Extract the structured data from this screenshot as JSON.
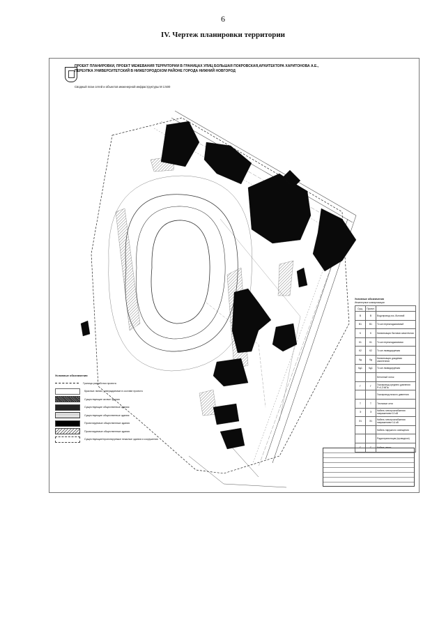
{
  "page": {
    "number": "6",
    "title": "IV. Чертеж планировки территории"
  },
  "sheet": {
    "header_lines": [
      "ПРОЕКТ ПЛАНИРОВКИ, ПРОЕКТ МЕЖЕВАНИЯ ТЕРРИТОРИИ В ГРАНИЦАХ УЛИЦ БОЛЬШАЯ ПОКРОВСКАЯ,АРХИТЕКТОРА ХАРИТОНОВА А.Е.,",
      "ПЕРЕУЛКА УНИВЕРСИТЕТСКИЙ В НИЖЕГОРОДСКОМ РАЙОНЕ ГОРОДА НИЖНИЙ НОВГОРОД"
    ],
    "subheading": "Сводный план сетей и объектов инженерной инфраструктуры  М 1:500"
  },
  "legend": {
    "title": "Условные обозначения",
    "items": [
      {
        "label": "Граница разработки проекта",
        "swatch": "boundary"
      },
      {
        "label": "Красные линии, утверждаемые в составе проекта",
        "swatch": "red"
      },
      {
        "label": "Существующие жилые здания",
        "swatch": "exist-res"
      },
      {
        "label": "Существующие общественные здания",
        "swatch": "exist-pub"
      },
      {
        "label": "Существующие общественные здания",
        "swatch": "exist-pub2"
      },
      {
        "label": "Проектируемые общественные здания",
        "swatch": "proj-pub"
      },
      {
        "label": "Проектируемые общественные здания",
        "swatch": "proj-pub2"
      },
      {
        "label": "Существующие/проектируемые нежилые здания и сооружения",
        "swatch": "struct"
      }
    ]
  },
  "networks": {
    "title": "Условные обозначения",
    "subtitle": "Инженерные коммуникации",
    "header": [
      "Сущ.",
      "Проект.",
      ""
    ],
    "rows": [
      {
        "a": "В",
        "b": "В",
        "label": "Водопровод хоз.-бытовой"
      },
      {
        "a": "В1",
        "b": "В1",
        "label": "То же перекладываемый"
      },
      {
        "a": "К",
        "b": "К",
        "label": "Канализация бытовая самотечная"
      },
      {
        "a": "К1",
        "b": "К1",
        "label": "То же перекладываемая"
      },
      {
        "a": "К2",
        "b": "К2",
        "label": "То же ликвидируемая"
      },
      {
        "a": "Кд",
        "b": "Кд",
        "label": "Канализация дождевая самотечная"
      },
      {
        "a": "Кд1",
        "b": "Кд1",
        "label": "То же ликвидируемая"
      },
      {
        "a": "",
        "b": "",
        "label": "Бетонный лоток"
      },
      {
        "a": "Г",
        "b": "Г",
        "label": "Газопровод среднего давления Р=0,3 МПа"
      },
      {
        "a": "",
        "b": "",
        "label": "Газопровод низкого давления"
      },
      {
        "a": "Т",
        "b": "Т",
        "label": "Тепловые сети"
      },
      {
        "a": "Э",
        "b": "Э",
        "label": "Кабель электроснабжения напряжением 10 кВ"
      },
      {
        "a": "Э1",
        "b": "Э1",
        "label": "Кабель электроснабжения напряжением 0,4 кВ"
      },
      {
        "a": "",
        "b": "",
        "label": "Кабель наружного освещения"
      },
      {
        "a": "",
        "b": "",
        "label": "Радиотрансляция (проводное)"
      },
      {
        "a": "С",
        "b": "С",
        "label": "Кабель связи"
      }
    ]
  }
}
